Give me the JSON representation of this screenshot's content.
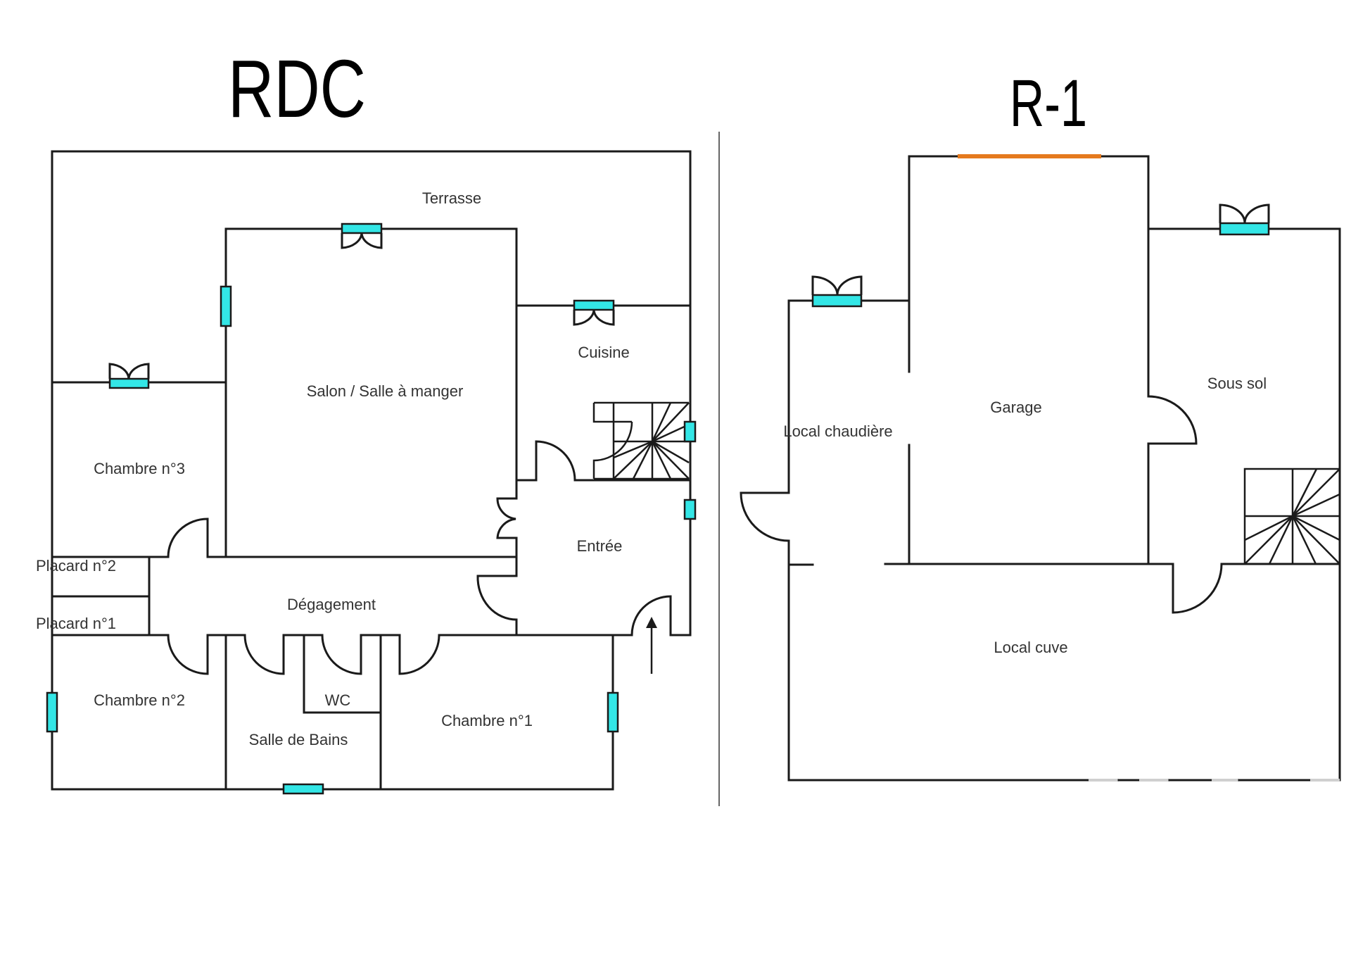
{
  "floors": {
    "rdc": {
      "title": "RDC",
      "rooms": {
        "terrasse": "Terrasse",
        "salon": "Salon / Salle à manger",
        "cuisine": "Cuisine",
        "chambre3": "Chambre n°3",
        "entree": "Entrée",
        "placard2": "Placard n°2",
        "degagement": "Dégagement",
        "placard1": "Placard n°1",
        "wc": "WC",
        "chambre2": "Chambre n°2",
        "salle_de_bains": "Salle de Bains",
        "chambre1": "Chambre n°1"
      }
    },
    "r1": {
      "title": "R-1",
      "rooms": {
        "local_chaudiere": "Local chaudière",
        "garage": "Garage",
        "sous_sol": "Sous sol",
        "local_cuve": "Local cuve"
      }
    }
  },
  "colors": {
    "window": "#33e6e6",
    "garage_door": "#e57a1e",
    "wall": "#1a1a1a"
  },
  "legend_icons": {
    "window": "window-icon",
    "door": "door-swing-icon",
    "staircase": "staircase-icon",
    "entrance": "entrance-arrow-icon"
  }
}
